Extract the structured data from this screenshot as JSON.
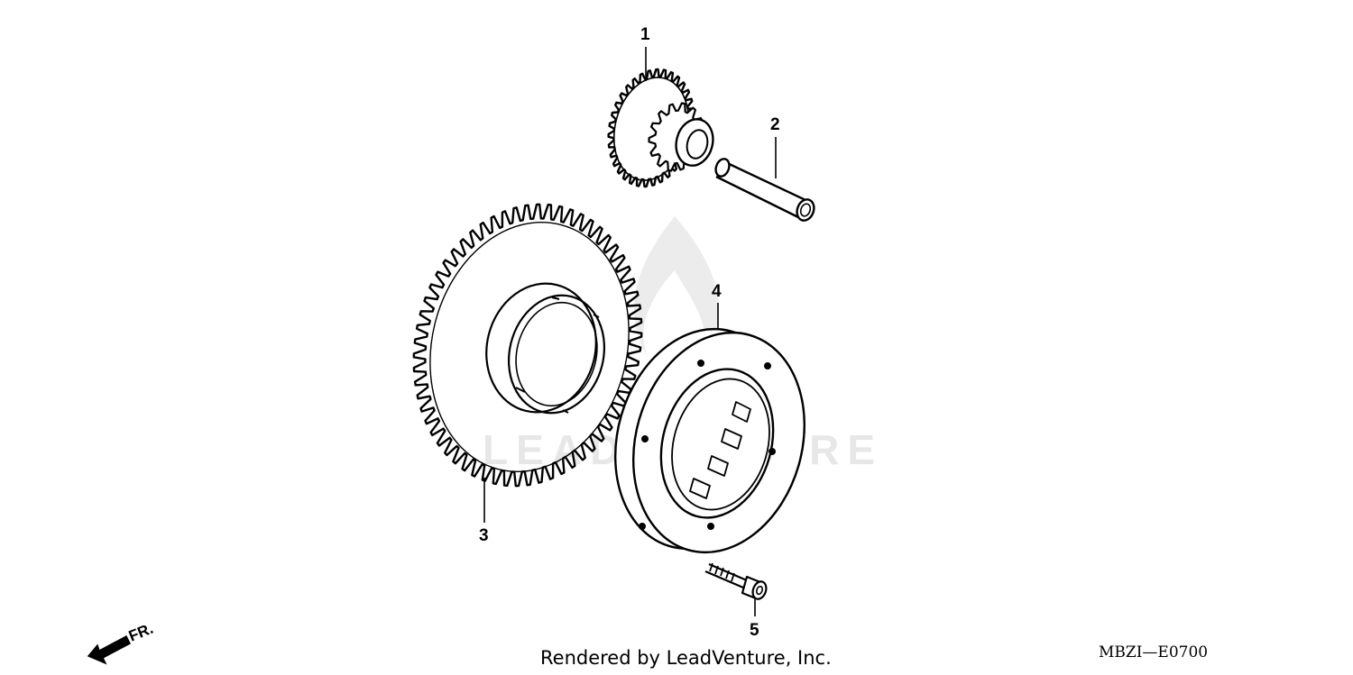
{
  "callouts": [
    {
      "id": "1",
      "label": "1"
    },
    {
      "id": "2",
      "label": "2"
    },
    {
      "id": "3",
      "label": "3"
    },
    {
      "id": "4",
      "label": "4"
    },
    {
      "id": "5",
      "label": "5"
    }
  ],
  "front_indicator": "FR.",
  "footer_text": "Rendered by LeadVenture, Inc.",
  "diagram_code": "MBZI—E0700",
  "watermark_text": "LEADVENTURE",
  "colors": {
    "line": "#000000",
    "watermark": "#e7e7e7",
    "background": "#ffffff"
  }
}
